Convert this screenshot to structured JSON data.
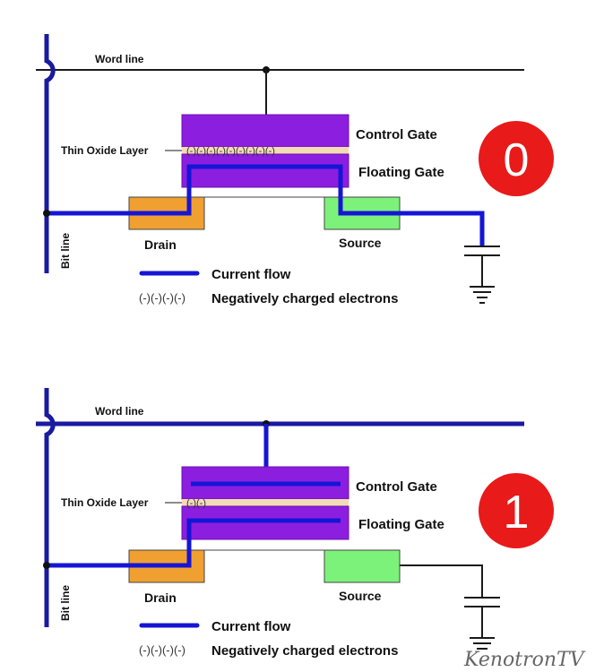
{
  "labels": {
    "word_line": "Word line",
    "bit_line": "Bit line",
    "thin_oxide_layer": "Thin Oxide Layer",
    "control_gate": "Control Gate",
    "floating_gate": "Floating Gate",
    "drain": "Drain",
    "source": "Source",
    "current_flow": "Current flow",
    "electrons_symbol": "(-)(-)(-)(-)",
    "electrons_text": "Negatively charged electrons"
  },
  "cells": [
    {
      "state": "0",
      "electrons": "(-)(-)(-)(-)(-)(-)(-)(-)(-)"
    },
    {
      "state": "1",
      "electrons": "(-)(-)"
    }
  ],
  "watermark": "KenotronTV",
  "colors": {
    "line": "#1a1aa0",
    "current": "#1515d6",
    "gate": "#8c1ee0",
    "oxide": "#f3dcb4",
    "drain": "#f0a030",
    "source": "#7df27a",
    "badge": "#e81a1a"
  }
}
